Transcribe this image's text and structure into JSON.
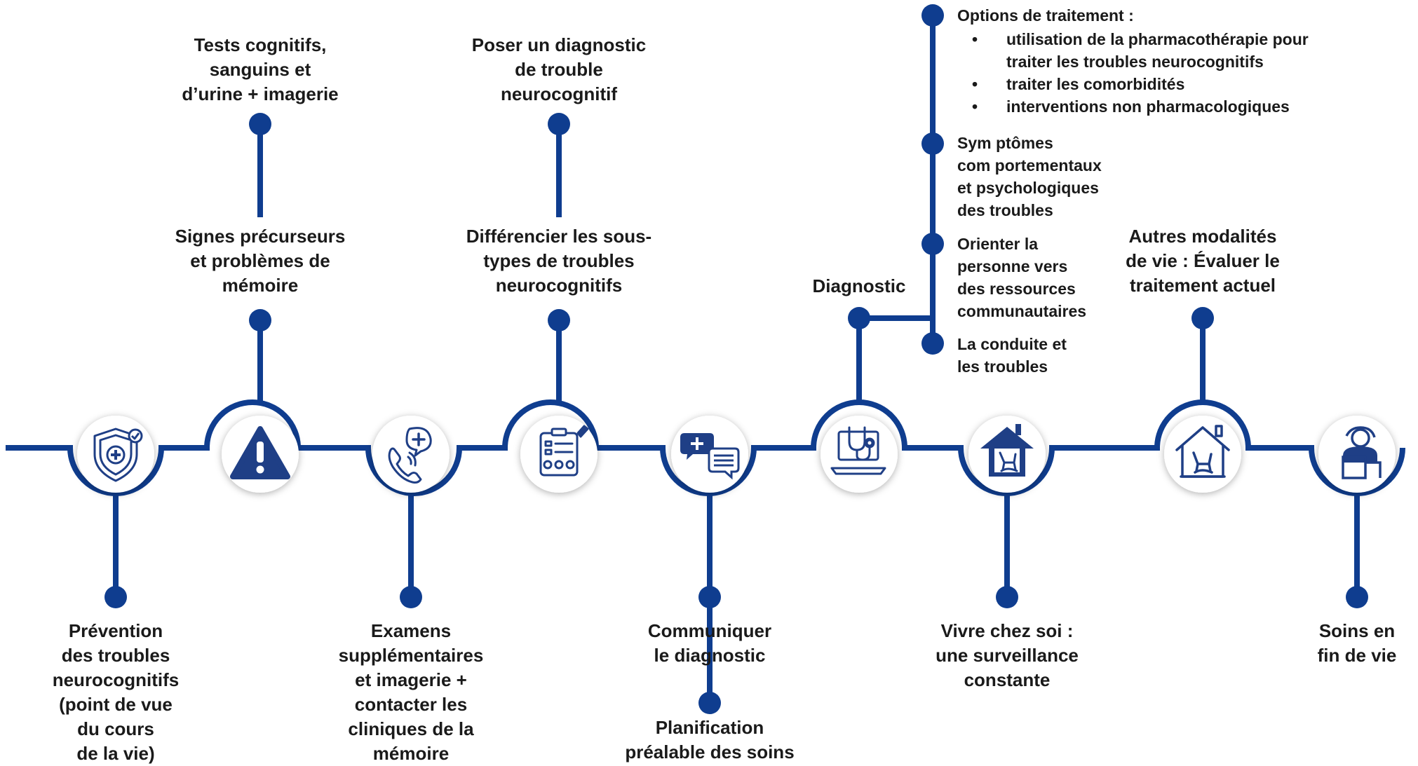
{
  "colors": {
    "line": "#0f3d8f",
    "icon": "#1f3f86",
    "circle_fill": "#ffffff",
    "text": "#1a1a1a"
  },
  "stages": [
    {
      "icon": "shield-icon",
      "label": "Prévention\ndes troubles\nneurocognitifs\n(point de vue\ndu cours\nde la vie)"
    },
    {
      "icon": "warning-icon",
      "label_upper": "Signes précurseurs\net problèmes de\nmémoire",
      "label_top": "Tests cognitifs,\nsanguins et\nd’urine + imagerie"
    },
    {
      "icon": "phone-medical-icon",
      "label": "Examens\nsupplémentaires\net imagerie +\ncontacter les\ncliniques de la\nmémoire"
    },
    {
      "icon": "checklist-icon",
      "label_upper": "Différencier les sous-\ntypes de troubles\nneurocognitifs",
      "label_top": "Poser un diagnostic\nde trouble\nneurocognitif"
    },
    {
      "icon": "chat-bubbles-icon",
      "label": "Communiquer\nle diagnostic",
      "label_extra": "Planification\npréalable des soins"
    },
    {
      "icon": "laptop-stethoscope-icon",
      "label": "Diagnostic"
    },
    {
      "icon": "house-rocking-chair-icon",
      "label": "Vivre chez soi :\nune surveillance\nconstante"
    },
    {
      "icon": "care-home-icon",
      "label": "Autres modalités\nde vie : Évaluer le\ntraitement actuel"
    },
    {
      "icon": "person-bed-icon",
      "label": "Soins en\nfin de vie"
    }
  ],
  "diagnostic_branch": {
    "options_title": "Options de traitement :",
    "options": [
      "utilisation de la pharmacothérapie pour\ntraiter les troubles neurocognitifs",
      "traiter les comorbidités",
      "interventions non pharmacologiques"
    ],
    "bullet": "•",
    "items": [
      "Sym ptômes\ncom portementaux\net psychologiques\ndes troubles",
      "Orienter la\npersonne vers\ndes ressources\ncommunautaires",
      "La conduite et\nles troubles"
    ]
  }
}
